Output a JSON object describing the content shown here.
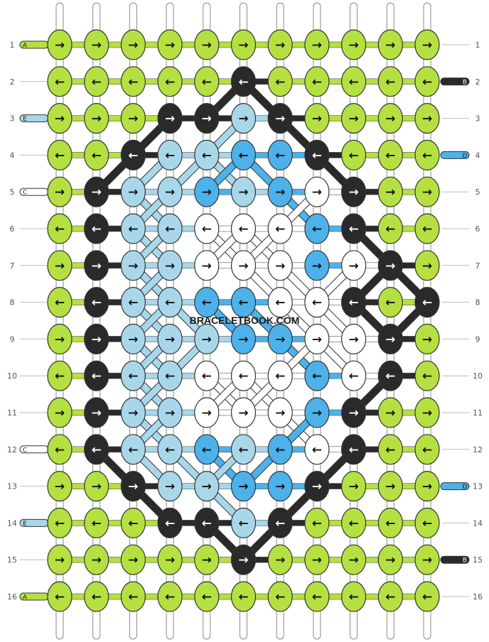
{
  "watermark": "BRACELETBOOK.COM",
  "colors": {
    "A": "#b5e041",
    "B": "#2a2a2a",
    "C": "#ffffff",
    "D": "#4db1ea",
    "E": "#a9d7ea"
  },
  "row_numbers": [
    "1",
    "2",
    "3",
    "4",
    "5",
    "6",
    "7",
    "8",
    "9",
    "10",
    "11",
    "12",
    "13",
    "14",
    "15",
    "16"
  ],
  "left_string_labels": [
    {
      "row": 1,
      "letter": "A"
    },
    {
      "row": 3,
      "letter": "E"
    },
    {
      "row": 5,
      "letter": "C"
    },
    {
      "row": 12,
      "letter": "C"
    },
    {
      "row": 14,
      "letter": "E"
    },
    {
      "row": 16,
      "letter": "A"
    }
  ],
  "right_string_labels": [
    {
      "row": 2,
      "letter": "B"
    },
    {
      "row": 4,
      "letter": "D"
    },
    {
      "row": 13,
      "letter": "D"
    },
    {
      "row": 15,
      "letter": "B"
    }
  ],
  "knots": [
    "AAAAAAAAAAA",
    "AAAAABAAAAA",
    "AAABBEBAAAA",
    "AABEEDDBAAA",
    "ABEEDEDCBAA",
    "ABEECCCDBAA",
    "ABEECCCDCBA",
    "ABEEDDCCBAB",
    "ABEEEDDCCBA",
    "ABEECCCDCBA",
    "ABEECCCDBAA",
    "ABEEDEDCBAA",
    "AABEEDDBAAA",
    "AAABBEBAAAA",
    "AAAAABAAAAA",
    "AAAAAAAAAAA"
  ],
  "directions": [
    "RRRRRRRRRRR",
    "LLLLLLLLLLL",
    "RRRRRRRRRRR",
    "LLLLLLLLLLL",
    "RRRRRRRRRRR",
    "LLLLLLLLLLL",
    "RRRRRRRRRRR",
    "LLLLLLLLLLL",
    "RRRRRRRRRRR",
    "LLLLLLLLLLL",
    "RRRRRRRRRRR",
    "LLLLLLLLLLL",
    "RRRRRRRRRRR",
    "LLLLLLLLLLL",
    "RRRRRRRRRRR",
    "LLLLLLLLLLL"
  ]
}
